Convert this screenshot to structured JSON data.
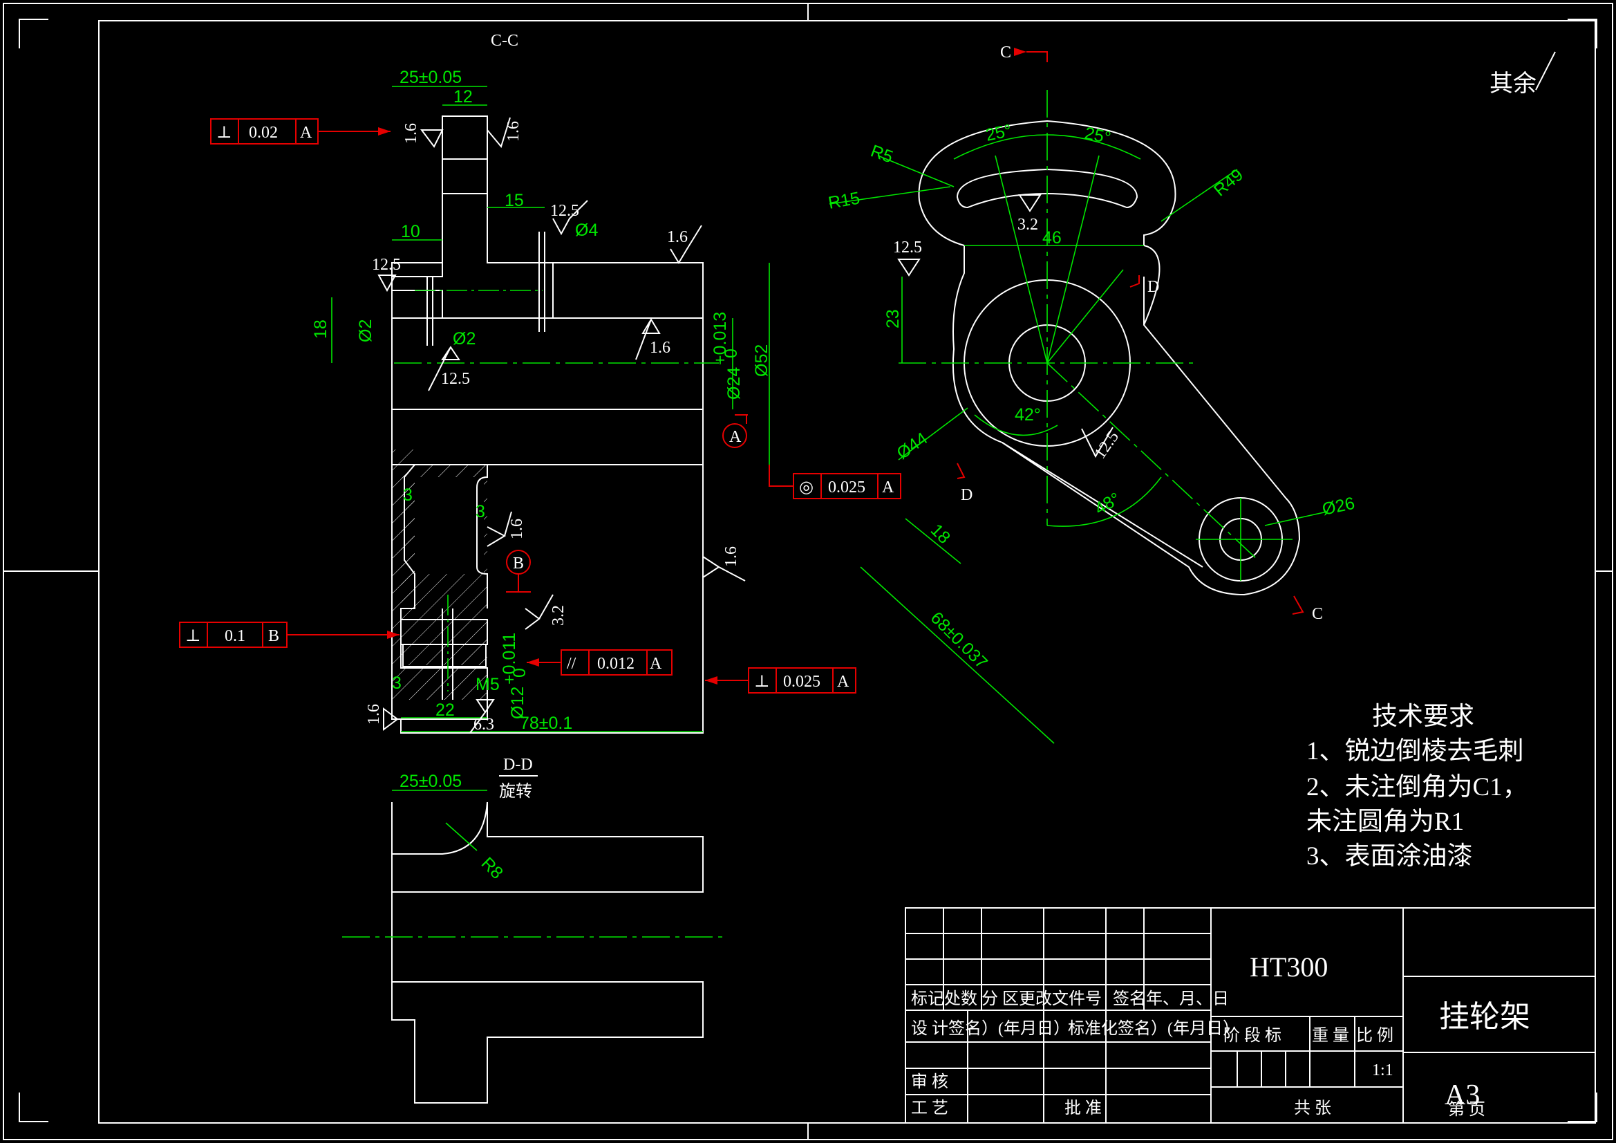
{
  "views": {
    "section_cc_label": "C-C",
    "section_dd_label": "D-D",
    "section_dd_note": "旋转",
    "roughness_rest_label": "其余"
  },
  "section_marks": {
    "c_top": "C",
    "c_bottom": "C",
    "d_right": "D",
    "d_left": "D"
  },
  "dimensions_cc": {
    "d25": "25±0.05",
    "d12": "12",
    "d15": "15",
    "d10": "10",
    "d18": "18",
    "phi2_a": "Ø2",
    "phi2_b": "Ø2",
    "phi4": "Ø4",
    "phi24": "Ø24",
    "phi24_tol_up": "+0.013",
    "phi24_tol_lo": "0",
    "phi52": "Ø52",
    "d3_a": "3",
    "d3_b": "3",
    "d3_c": "3",
    "phi12": "Ø12",
    "phi12_tol_up": "+0.011",
    "phi12_tol_lo": "0",
    "m5": "M5",
    "d22": "22",
    "d78": "78±0.1"
  },
  "roughness": {
    "r1": "1.6",
    "r2": "1.6",
    "r3": "12.5",
    "r4": "12.5",
    "r5": "1.6",
    "r6": "1.6",
    "r7": "12.5",
    "r8": "1.6",
    "r9": "1.6",
    "r10": "3.2",
    "r11": "1.6",
    "r12": "6.3",
    "r13": "3.2",
    "r14": "12.5",
    "r15": "12.5"
  },
  "datums": {
    "a": "A",
    "b": "B"
  },
  "tolerance_frames": [
    {
      "symbol": "⊥",
      "value": "0.02",
      "datum": "A"
    },
    {
      "symbol": "◎",
      "value": "0.025",
      "datum": "A"
    },
    {
      "symbol": "⊥",
      "value": "0.1",
      "datum": "B"
    },
    {
      "symbol": "//",
      "value": "0.012",
      "datum": "A"
    },
    {
      "symbol": "⊥",
      "value": "0.025",
      "datum": "A"
    }
  ],
  "dimensions_dd": {
    "d25": "25±0.05",
    "r8": "R8"
  },
  "dimensions_top": {
    "a25_left": "25°",
    "a25_right": "25°",
    "r5": "R5",
    "r15": "R15",
    "r49": "R49",
    "d46": "46",
    "d23": "23",
    "phi44": "Ø44",
    "a42": "42°",
    "a48": "48°",
    "d18": "18",
    "phi26": "Ø26",
    "d68": "68±0.037"
  },
  "tech_requirements": {
    "title": "技术要求",
    "items": [
      "1、锐边倒棱去毛刺",
      "2、未注倒角为C1，",
      "未注圆角为R1",
      "3、表面涂油漆"
    ]
  },
  "title_block": {
    "material": "HT300",
    "part_name": "挂轮架",
    "paper": "A3",
    "scale": "1:1",
    "row_mark": "标记处数 分  区更改文件号",
    "row_sign_date": "签名年、月、日",
    "row_design": "设  计签名）(年月日）",
    "row_std": "标准化签名）(年月日）",
    "row_stage": "阶  段  标",
    "row_weight": "重  量",
    "row_ratio": "比  例",
    "row_review": "审  核",
    "row_process": "工  艺",
    "row_approve": "批  准",
    "row_total": "共      张",
    "row_sheet": "第      页"
  },
  "colors": {
    "background": "#000000",
    "outline": "#ffffff",
    "dimension": "#00e600",
    "tolerance": "#e60000"
  }
}
